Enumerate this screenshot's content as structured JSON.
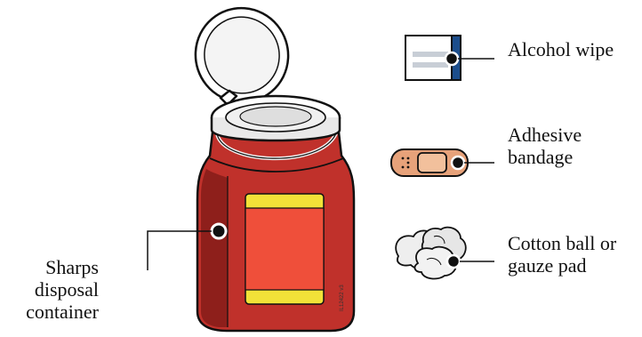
{
  "labels": {
    "sharps": [
      "Sharps",
      "disposal",
      "container"
    ],
    "alcohol_wipe": [
      "Alcohol wipe"
    ],
    "adhesive_bandage": [
      "Adhesive",
      "bandage"
    ],
    "cotton": [
      "Cotton ball or",
      "gauze pad"
    ]
  },
  "image_code": "IL12422 v3",
  "colors": {
    "container_red": "#c0312b",
    "container_dark": "#8e1f1b",
    "label_yellow": "#f2e238",
    "label_orange": "#ef4f3a",
    "wipe_blue": "#1c4e8c",
    "bandage_tan": "#e7a27a",
    "bandage_pad": "#f2c09c",
    "cotton_grey": "#e6e6e6",
    "outline": "#111111"
  },
  "icons": [
    "sharps-container-icon",
    "alcohol-wipe-icon",
    "adhesive-bandage-icon",
    "cotton-ball-icon"
  ]
}
